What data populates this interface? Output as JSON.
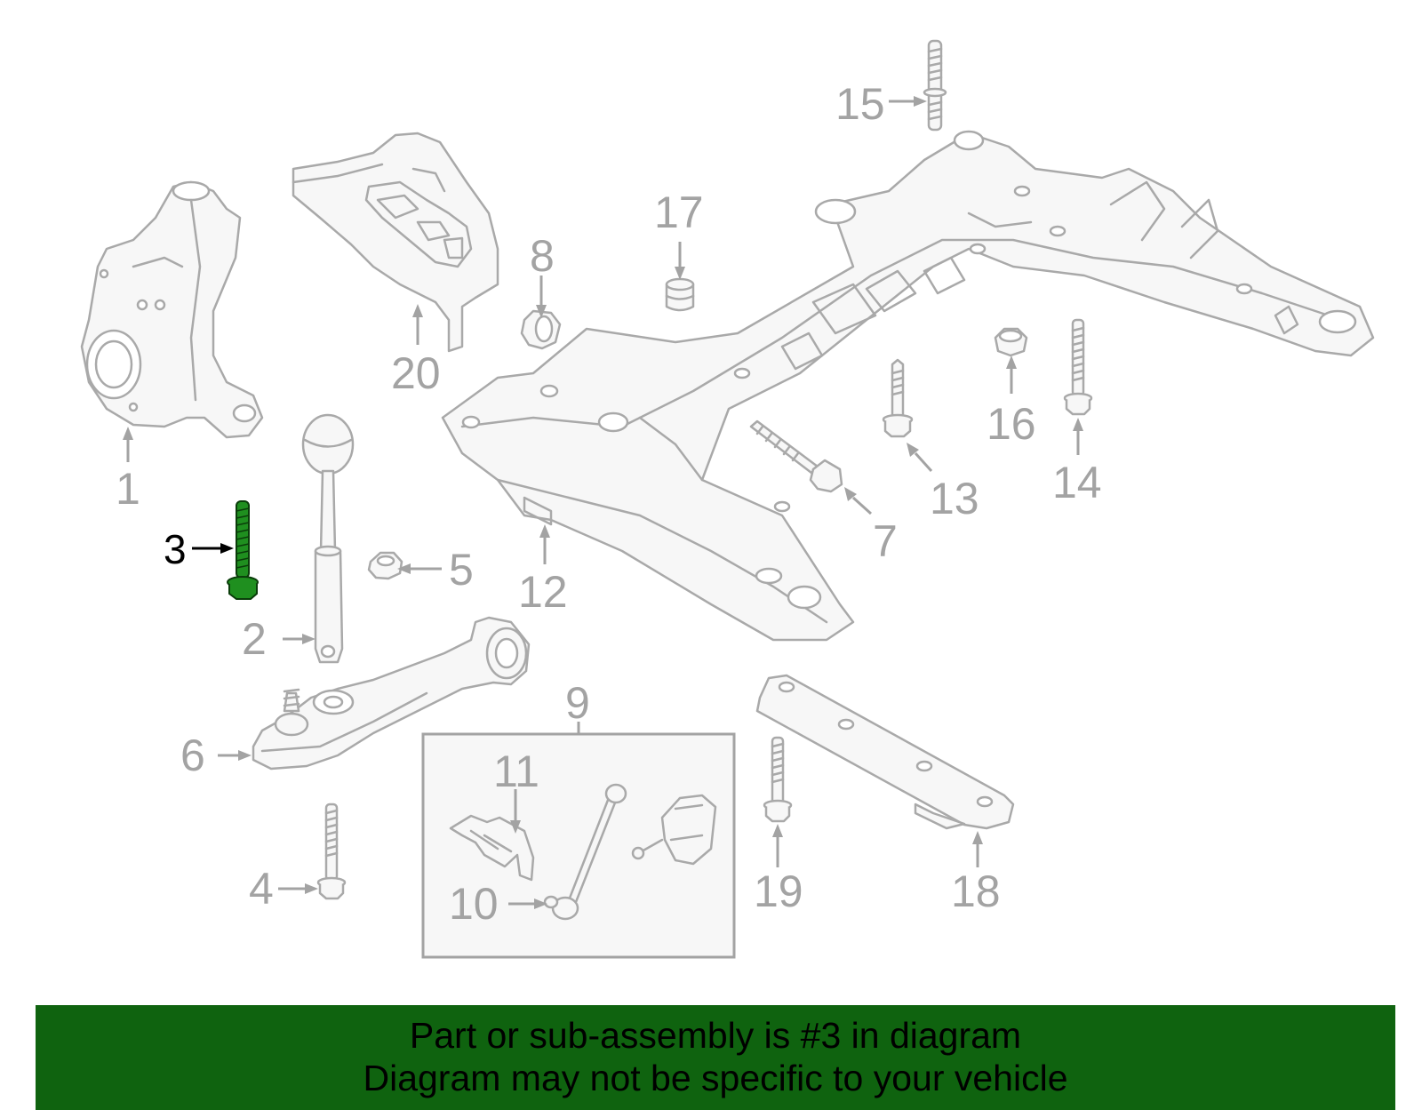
{
  "labels": {
    "p1": "1",
    "p2": "2",
    "p3": "3",
    "p4": "4",
    "p5": "5",
    "p6": "6",
    "p7": "7",
    "p8": "8",
    "p9": "9",
    "p10": "10",
    "p11": "11",
    "p12": "12",
    "p13": "13",
    "p14": "14",
    "p15": "15",
    "p16": "16",
    "p17": "17",
    "p18": "18",
    "p19": "19",
    "p20": "20"
  },
  "highlighted_part": "3",
  "colors": {
    "highlight_part": "#1f8f1f",
    "banner_background": "#0f630f",
    "line_gray": "#a9a9a9"
  },
  "banner": {
    "line1": "Part or sub-assembly is #3 in diagram",
    "line2": "Diagram may not be specific to your vehicle"
  }
}
